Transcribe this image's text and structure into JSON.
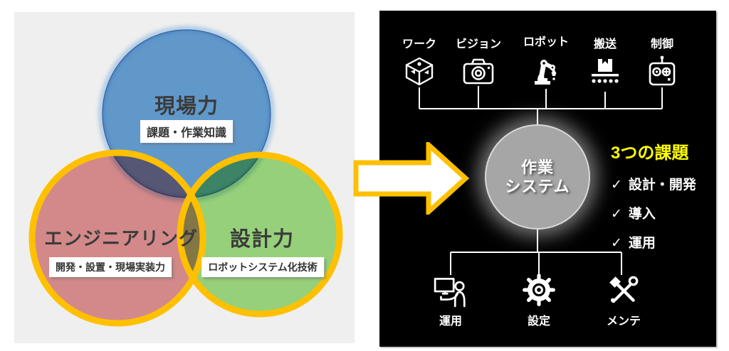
{
  "left_panel": {
    "background": "#EFEFEF",
    "ring_color": "#FFC000",
    "circles": [
      {
        "title": "現場力",
        "label": "課題・作業知識",
        "color": "#5B9BD5"
      },
      {
        "title": "エンジニアリング",
        "label": "開発・設置・現場実装力",
        "color": "#E08A8A"
      },
      {
        "title": "設計力",
        "label": "ロボットシステム化技術",
        "color": "#99DC78"
      }
    ]
  },
  "arrow": {
    "direction": "right",
    "fill": "#FFFFFF",
    "border": "#FFC000"
  },
  "right_panel": {
    "background": "#000000",
    "top_items": [
      {
        "label": "ワーク",
        "icon": "cube-icon"
      },
      {
        "label": "ビジョン",
        "icon": "camera-icon"
      },
      {
        "label": "ロボット",
        "icon": "robot-arm-icon"
      },
      {
        "label": "搬送",
        "icon": "conveyor-icon"
      },
      {
        "label": "制御",
        "icon": "controller-icon"
      }
    ],
    "center_circle": {
      "line1": "作業",
      "line2": "システム",
      "color": "#A6A6A6"
    },
    "challenges": {
      "title": "3つの課題",
      "color": "#FFFF00",
      "check": "✓",
      "items": [
        "設計・開発",
        "導入",
        "運用"
      ]
    },
    "bottom_items": [
      {
        "label": "運用",
        "icon": "operator-icon"
      },
      {
        "label": "設定",
        "icon": "gear-icon"
      },
      {
        "label": "メンテ",
        "icon": "tools-icon"
      }
    ]
  }
}
